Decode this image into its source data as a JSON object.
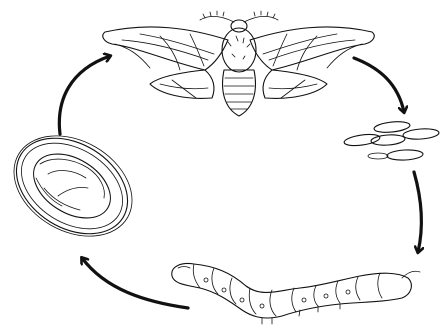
{
  "diagram": {
    "stages": [
      {
        "id": "adult-moth",
        "icon": "moth-icon"
      },
      {
        "id": "eggs",
        "icon": "eggs-icon"
      },
      {
        "id": "larva",
        "icon": "caterpillar-icon"
      },
      {
        "id": "pupa",
        "icon": "cocoon-icon"
      }
    ],
    "arrows": [
      {
        "from": "adult-moth",
        "to": "eggs"
      },
      {
        "from": "eggs",
        "to": "larva"
      },
      {
        "from": "larva",
        "to": "pupa"
      },
      {
        "from": "pupa",
        "to": "adult-moth"
      }
    ],
    "colors": {
      "line": "#111111",
      "background": "#ffffff"
    }
  }
}
